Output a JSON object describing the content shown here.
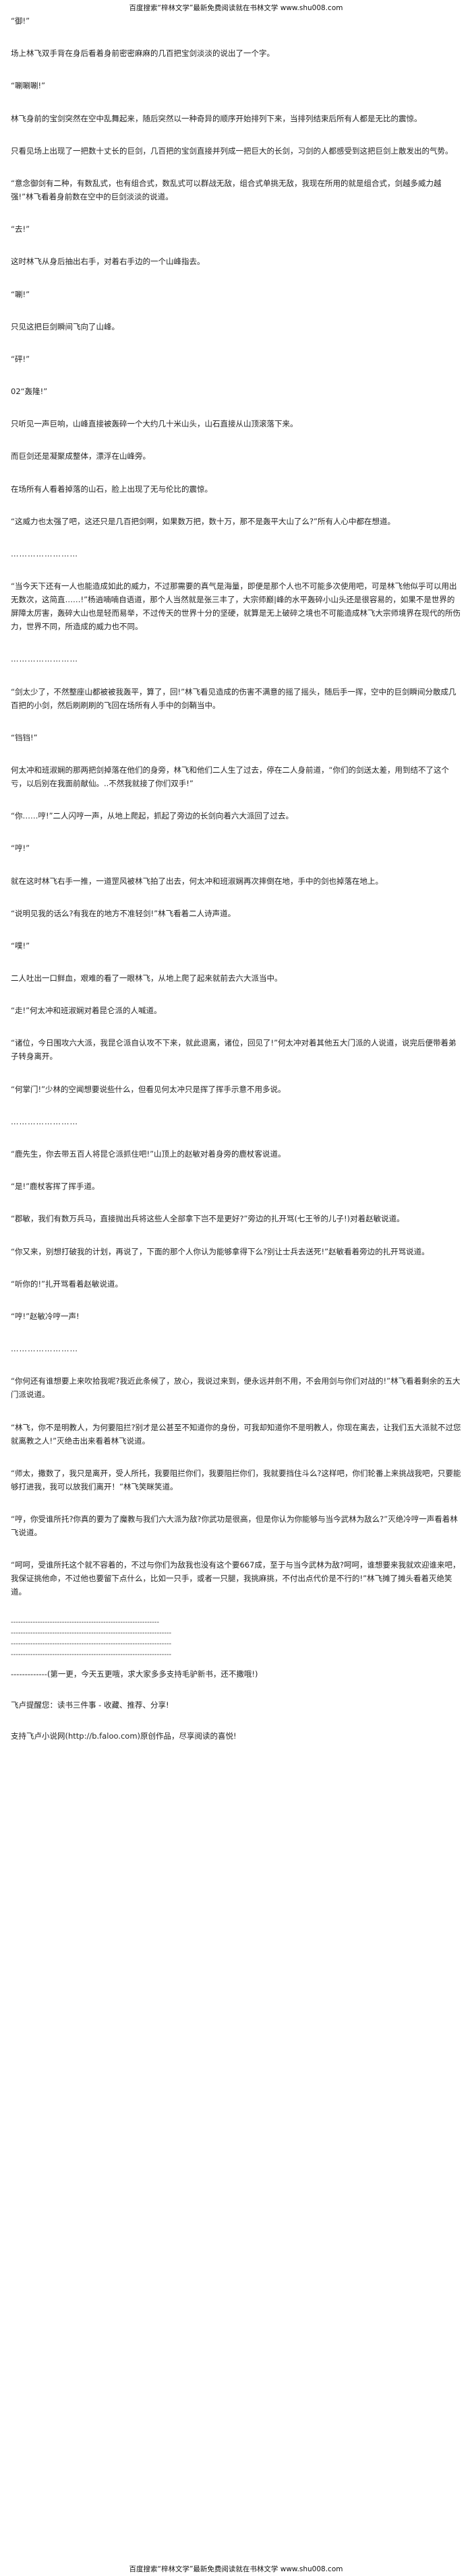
{
  "header": {
    "banner": "百度搜索“梓林文学”最新免费阅读就在书林文学 www.shu008.com"
  },
  "paragraphs": [
    "“御!”",
    "场上林飞双手背在身后看着身前密密麻麻的几百把宝剑淡淡的说出了一个字。",
    "“唰唰唰!”",
    "林飞身前的宝剑突然在空中乱舞起来，随后突然以一种奇异的顺序开始排列下来，当排列结束后所有人都是无比的震惊。",
    "只看见场上出现了一把数十丈长的巨剑，几百把的宝剑直接并列成一把巨大的长剑，习剑的人都感受到这把巨剑上散发出的气势。",
    "“意念御剑有二种，有数乱式，也有组合式，数乱式可以群战无敌，组合式单挑无敌，我现在所用的就是组合式，剑越多威力越强!”林飞看着身前数在空中的巨剑淡淡的说道。",
    "“去!”",
    "这时林飞从身后抽出右手，对着右手边的一个山峰指去。",
    "“唰!”",
    "只见这把巨剑瞬间飞向了山峰。",
    "“砰!”",
    "02“轰隆!”",
    "只听见一声巨响，山峰直接被轰碎一个大约几十米山头，山石直接从山顶滚落下来。",
    "而巨剑还是凝聚成整体，漂浮在山峰旁。",
    "在场所有人看着掉落的山石，脸上出现了无与伦比的震惊。",
    "“这威力也太强了吧，这还只是几百把剑啊，如果数万把，数十万，那不是轰平大山了么?”所有人心中都在想道。",
    "……………………",
    "“当今天下还有一人也能造成如此的威力，不过那需要的真气是海量，即便是那个人也不可能多次使用吧，可是林飞他似乎可以用出无数次，这简直……!”杨逍喃喃自语道，那个人当然就是张三丰了，大宗师巅|峰的水平轰碎小山头还是很容易的，如果不是世界的屏障太厉害，轰碎大山也是轻而易举，不过传天的世界十分的坚硬，就算是无上破碎之境也不可能造成林飞大宗师境界在现代的所伤力，世界不同，所造成的威力也不同。",
    "……………………",
    "“剑太少了，不然整座山都被被我轰平，算了，回!”林飞看见造成的伤害不满意的摇了摇头，随后手一挥，空中的巨剑瞬间分散成几百把的小剑，然后刷刷刷的飞回在场所有人手中的剑鞘当中。",
    "“铛铛!”",
    "何太冲和班淑娴的那两把剑掉落在他们的身旁，林飞和他们二人生了过去，停在二人身前道，“你们的剑送太差，用到结不了这个亏，以后别在我面前献仙。..不然我就接了你们双手!”",
    "“你……哼!”二人闪哼一声，从地上爬起，抓起了旁边的长剑向着六大派回了过去。",
    "“哼!”",
    "就在这时林飞右手一推，一道罡风被林飞拍了出去，何太冲和班淑娴再次摔倒在地，手中的剑也掉落在地上。",
    "“说明见我的话么?有我在的地方不准轻剑!”林飞看着二人诗声道。",
    "“噗!”",
    "二人吐出一口鲜血，艰难的看了一眼林飞，从地上爬了起来就前去六大派当中。",
    "“走!”何太冲和班淑娴对着昆仑派的人喊道。",
    "“诸位，今日围攻六大派，我昆仑派自认攻不下来，就此退离，诸位，回见了!”何太冲对着其他五大门派的人说道，说完后便带着弟子转身离开。",
    "“何掌门!”少林的空闻想要说些什么，但看见何太冲只是挥了挥手示意不用多说。",
    "……………………",
    "“鹿先生，你去带五百人将昆仑派抓住吧!”山顶上的赵敏对着身旁的鹿杖客说道。",
    "“是!”鹿杖客挥了挥手道。",
    "“郡敏，我们有数万兵马，直接抛出兵将这些人全部拿下岂不是更好?”旁边的扎开骂(七王爷的儿子!)对着赵敏说道。",
    "“你又来，别想打破我的计划，再说了，下面的那个人你认为能够拿得下么?别让士兵去送死!”赵敏看着旁边的扎开骂说道。",
    "“听你的!”扎开骂看着赵敏说道。",
    "“哼!”赵敏冷哼一声!",
    "……………………",
    "“你何还有谁想要上来吹拾我呢?我近此条候了，放心，我说过来到，便永远并劍不用，不会用剑与你们对战的!”林飞看着剩余的五大门派说道。",
    "“林飞，你不是明教人，为何要阻拦?别才是公甚至不知道你的身份，可我却知道你不是明教人，你现在离去，让我们五大派就不过您就离教之人!”灭绝击出来看着林飞说道。",
    "“师太，撒数了，我只是离开，受人所托，我要阻拦你们，我要阻拦你们，我就要挡住斗么?这样吧，你们轮番上来挑战我吧，只要能够打进我，我可以放我们离开！”林飞笑眯笑道。",
    "“哼，你受谁所托?你真的要为了魔教与我们六大派为敌?你武功是很高，但是你认为你能够与当今武林为敌么?”灭绝冷哼一声看着林飞说道。",
    "“呵呵，受谁所托这个就不容着的，不过与你们为敌我也没有这个要667成，至于与当今武林为敌?呵呵，谁想要来我就欢迎谁来吧，我保证挑他命，不过他也要留下点什么，比如一只手，或者一只腿，我挑麻挑，不付出点代价是不行的!”林飞摊了摊头看着灭绝笑道。"
  ],
  "rules": [
    "-------------------------------------------------------------",
    "------------------------------------------------------------------",
    "------------------------------------------------------------------",
    "------------------------------------------------------------------"
  ],
  "chapter_end": "-------------(第一更，今天五更哦，求大家多多支持毛驴新书，还不撒哦!)",
  "promo": {
    "line1": "飞卢提醒您：读书三件事 - 收藏、推荐、分享!",
    "line2": "支持飞卢小说网(http://b.faloo.com)原创作品，尽享阅读的喜悦!"
  },
  "footer": {
    "banner": "百度搜索“梓林文学”最新免费阅读就在书林文学 www.shu008.com"
  }
}
